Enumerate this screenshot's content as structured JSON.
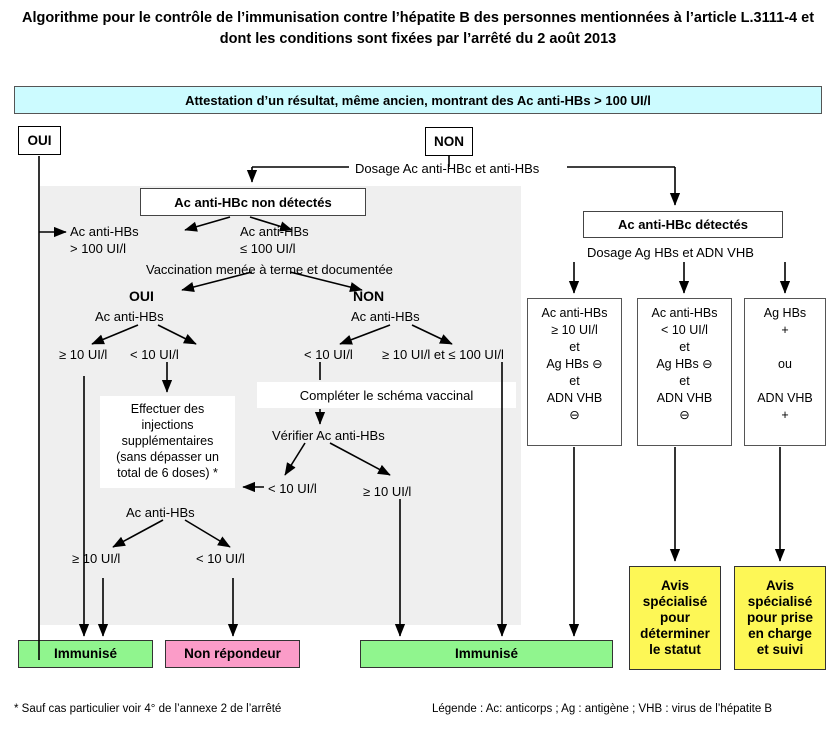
{
  "title": "Algorithme pour le contrôle de l’immunisation contre l’hépatite B des personnes mentionnées à l’article L.3111-4 et dont les conditions sont fixées par l’arrêté du 2 août 2013",
  "colors": {
    "banner": "#ccfbff",
    "immunised": "#90f58e",
    "non_responder": "#fb9cc8",
    "specialist": "#fdf756",
    "grey_zone": "#efefef"
  },
  "banner": {
    "text": "Attestation d’un résultat, même ancien, montrant des Ac anti-HBs > 100 UI/l"
  },
  "branches": {
    "yes_label": "OUI",
    "no_label": "NON"
  },
  "nodes": {
    "dosage_hbc_hbs": "Dosage Ac anti-HBc et anti-HBs",
    "hbc_not_detected": "Ac anti-HBc non détectés",
    "hbc_detected": "Ac anti-HBc détectés",
    "dosage_ag_adn": "Dosage Ag HBs et ADN VHB",
    "anti_hbs_gt100_l1": "Ac anti-HBs",
    "anti_hbs_gt100_l2": "> 100 UI/l",
    "anti_hbs_le100_l1": "Ac anti-HBs",
    "anti_hbs_le100_l2": "≤ 100 UI/l",
    "vaccination_complete": "Vaccination menée à terme et documentée",
    "vacc_yes": "OUI",
    "vacc_no": "NON",
    "ac_anti_hbs_left": "Ac anti-HBs",
    "ac_anti_hbs_right": "Ac anti-HBs",
    "left_ge10": "≥ 10 UI/l",
    "left_lt10": "< 10 UI/l",
    "right_lt10": "< 10 UI/l",
    "right_ge10_le100": "≥ 10 UI/l et ≤ 100 UI/l",
    "extra_injections": "Effectuer des\ninjections\nsupplémentaires\n(sans dépasser un\ntotal de 6 doses) *",
    "complete_schema": "Compléter le schéma vaccinal",
    "verify_anti_hbs": "Vérifier Ac anti-HBs",
    "verify_lt10": "< 10 UI/l",
    "verify_ge10": "≥ 10 UI/l",
    "ac_anti_hbs_recheck": "Ac anti-HBs",
    "recheck_ge10": "≥ 10 UI/l",
    "recheck_lt10": "< 10 UI/l"
  },
  "right_conditions": [
    {
      "id": "cond-1",
      "lines": [
        "Ac anti-HBs",
        "≥ 10 UI/l",
        "et",
        "Ag HBs ⊖",
        "et",
        "ADN VHB",
        "⊖"
      ]
    },
    {
      "id": "cond-2",
      "lines": [
        "Ac anti-HBs",
        "< 10 UI/l",
        "et",
        "Ag HBs ⊖",
        "et",
        "ADN VHB",
        "⊖"
      ]
    },
    {
      "id": "cond-3",
      "lines": [
        "Ag HBs",
        "+",
        "",
        "ou",
        "",
        "ADN VHB",
        "+"
      ]
    }
  ],
  "outcomes": {
    "immunised_left": "Immunisé",
    "non_responder": "Non répondeur",
    "immunised_center": "Immunisé",
    "specialist_status": "Avis\nspécialisé\npour\ndéterminer\nle statut",
    "specialist_care": "Avis\nspécialisé\npour prise\nen charge\net suivi"
  },
  "footer": {
    "note": "* Sauf cas particulier voir  4° de l’annexe 2 de l’arrêté",
    "legend": "Légende : Ac: anticorps ; Ag : antigène ; VHB : virus de l’hépatite B"
  }
}
